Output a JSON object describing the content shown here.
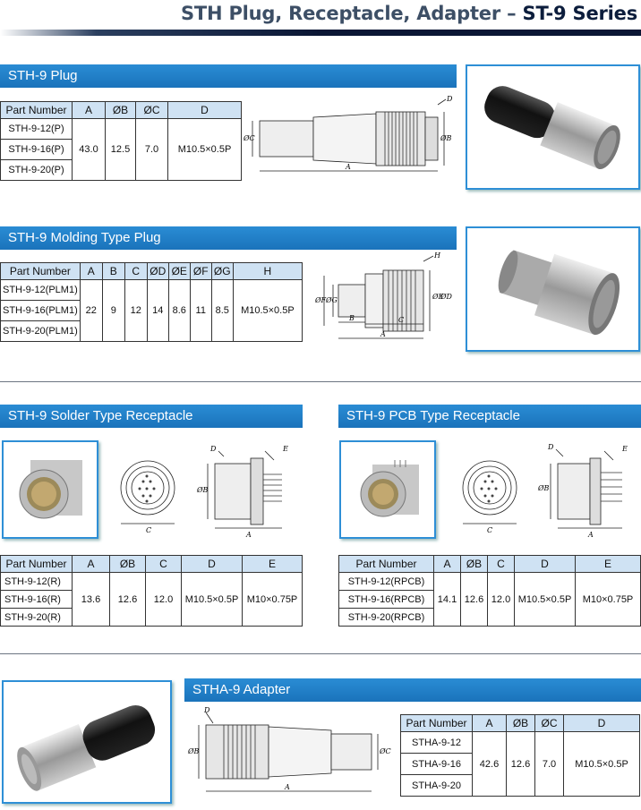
{
  "header": {
    "title_main": "STH Plug, Receptacle, Adapter – ",
    "title_series": "ST-9 Series"
  },
  "plug": {
    "title": "STH-9 Plug",
    "headers": [
      "Part Number",
      "A",
      "ØB",
      "ØC",
      "D"
    ],
    "parts": [
      "STH-9-12(P)",
      "STH-9-16(P)",
      "STH-9-20(P)"
    ],
    "values": [
      "43.0",
      "12.5",
      "7.0",
      "M10.5×0.5P"
    ],
    "labels": {
      "d": "D",
      "c": "ØC",
      "b": "ØB",
      "a": "A"
    }
  },
  "molding": {
    "title": "STH-9 Molding Type Plug",
    "headers": [
      "Part Number",
      "A",
      "B",
      "C",
      "ØD",
      "ØE",
      "ØF",
      "ØG",
      "H"
    ],
    "parts": [
      "STH-9-12(PLM1)",
      "STH-9-16(PLM1)",
      "STH-9-20(PLM1)"
    ],
    "values": [
      "22",
      "9",
      "12",
      "14",
      "8.6",
      "11",
      "8.5",
      "M10.5×0.5P"
    ],
    "labels": {
      "h": "H",
      "f": "ØF",
      "g": "ØG",
      "e": "ØE",
      "d": "ØD",
      "b": "B",
      "c": "C",
      "a": "A"
    }
  },
  "solder": {
    "title": "STH-9 Solder Type Receptacle",
    "headers": [
      "Part Number",
      "A",
      "ØB",
      "C",
      "D",
      "E"
    ],
    "parts": [
      "STH-9-12(R)",
      "STH-9-16(R)",
      "STH-9-20(R)"
    ],
    "values": [
      "13.6",
      "12.6",
      "12.0",
      "M10.5×0.5P",
      "M10×0.75P"
    ],
    "labels": {
      "c": "C",
      "d": "D",
      "e": "E",
      "b": "ØB",
      "a": "A"
    }
  },
  "pcb": {
    "title": "STH-9 PCB Type Receptacle",
    "headers": [
      "Part Number",
      "A",
      "ØB",
      "C",
      "D",
      "E"
    ],
    "parts": [
      "STH-9-12(RPCB)",
      "STH-9-16(RPCB)",
      "STH-9-20(RPCB)"
    ],
    "values": [
      "14.1",
      "12.6",
      "12.0",
      "M10.5×0.5P",
      "M10×0.75P"
    ],
    "labels": {
      "c": "C",
      "d": "D",
      "e": "E",
      "b": "ØB",
      "a": "A"
    }
  },
  "adapter": {
    "title": "STHA-9 Adapter",
    "headers": [
      "Part Number",
      "A",
      "ØB",
      "ØC",
      "D"
    ],
    "parts": [
      "STHA-9-12",
      "STHA-9-16",
      "STHA-9-20"
    ],
    "values": [
      "42.6",
      "12.6",
      "7.0",
      "M10.5×0.5P"
    ],
    "labels": {
      "d": "D",
      "b": "ØB",
      "c": "ØC",
      "a": "A"
    }
  },
  "colors": {
    "section_bar": "#1f7ec6",
    "table_header": "#cfe2f3",
    "photo_border": "#2e8fd6",
    "header_text": "#3d4f66"
  }
}
